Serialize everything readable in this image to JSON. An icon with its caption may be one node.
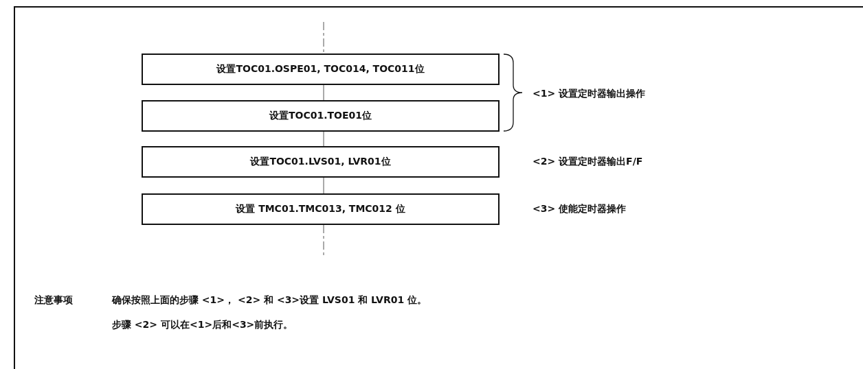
{
  "diagram": {
    "nodes": [
      {
        "text": [
          "设置TOC01.OSPE01, TOC014, TOC011位"
        ]
      },
      {
        "text": [
          "设置TOC01.TOE01位"
        ]
      },
      {
        "text": [
          "设置TOC01.LVS01, LVR01位"
        ],
        "beside": [
          "<2> 设置定时器输出F/F"
        ]
      },
      {
        "text": [
          "设置 TMC01.TMC013, TMC012 位"
        ],
        "beside": [
          "<3> 使能定时器操作"
        ]
      }
    ],
    "edges": [
      {
        "from": null,
        "to": 0,
        "arrow": "none",
        "style": "dashed"
      },
      {
        "from": 0,
        "to": 1,
        "arrow": "none"
      },
      {
        "from": 1,
        "to": 2,
        "arrow": "none"
      },
      {
        "from": 2,
        "to": 3,
        "arrow": "none"
      },
      {
        "from": 3,
        "to": null,
        "arrow": "none",
        "style": "dashed"
      }
    ],
    "labels": [
      "<1> 设置定时器输出操作",
      "注意事项",
      "确保按照上面的步骤 <1>， <2> 和 <3>设置 LVS01 和 LVR01 位。",
      "步骤 <2> 可以在<1>后和<3>前执行。"
    ]
  }
}
